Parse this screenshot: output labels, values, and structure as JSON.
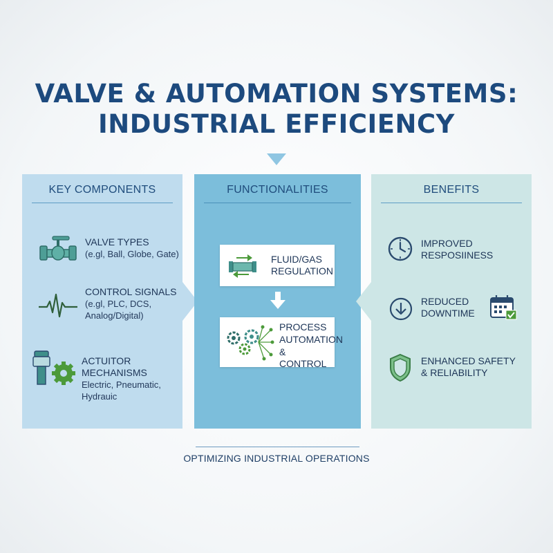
{
  "title": {
    "line1": "VALVE & AUTOMATION SYSTEMS:",
    "line2": "INDUSTRIAL EFFICIENCY"
  },
  "columns": {
    "left": {
      "heading": "KEY COMPONENTS",
      "items": [
        {
          "label": "VALVE TYPES",
          "detail": "(e.gl, Ball, Globe, Gate)",
          "icon": "valve-icon"
        },
        {
          "label": "CONTROL SIGNALS",
          "detail1": "(e.gl, PLC, DCS,",
          "detail2": "Analog/Digital)",
          "icon": "signal-wave-icon"
        },
        {
          "label": "ACTUITOR MECHANISMS",
          "detail1": "Electric, Pneumatic,",
          "detail2": "Hydrauic",
          "icon": "actuator-gear-icon"
        }
      ]
    },
    "middle": {
      "heading": "FUNCTIONALITIES",
      "cards": [
        {
          "line1": "FLUID/GAS",
          "line2": "REGULATION",
          "icon": "pipe-flow-icon"
        },
        {
          "line1": "PROCESS",
          "line2": "AUTOMATION",
          "line3": "& CONTROL",
          "icon": "gears-network-icon"
        }
      ]
    },
    "right": {
      "heading": "BENEFITS",
      "items": [
        {
          "line1": "IMPROVED",
          "line2": "RESPOSIINESS",
          "icon": "clock-icon"
        },
        {
          "line1": "REDUCED",
          "line2": "DOWNTIME",
          "icon": "down-arrow-circle-icon"
        },
        {
          "line1": "ENHANCED SAFETY",
          "line2": "& RELIABILITY",
          "icon": "shield-icon"
        }
      ]
    }
  },
  "footer": "OPTIMIZING INDUSTRIAL OPERATIONS",
  "colors": {
    "title": "#1d4a7e",
    "left_panel": "#bfdcee",
    "middle_panel": "#7cbedb",
    "right_panel": "#cde6e6",
    "icon_teal": "#3f8f8a",
    "icon_green": "#4c9a3a",
    "icon_navy": "#2a4a6e"
  }
}
